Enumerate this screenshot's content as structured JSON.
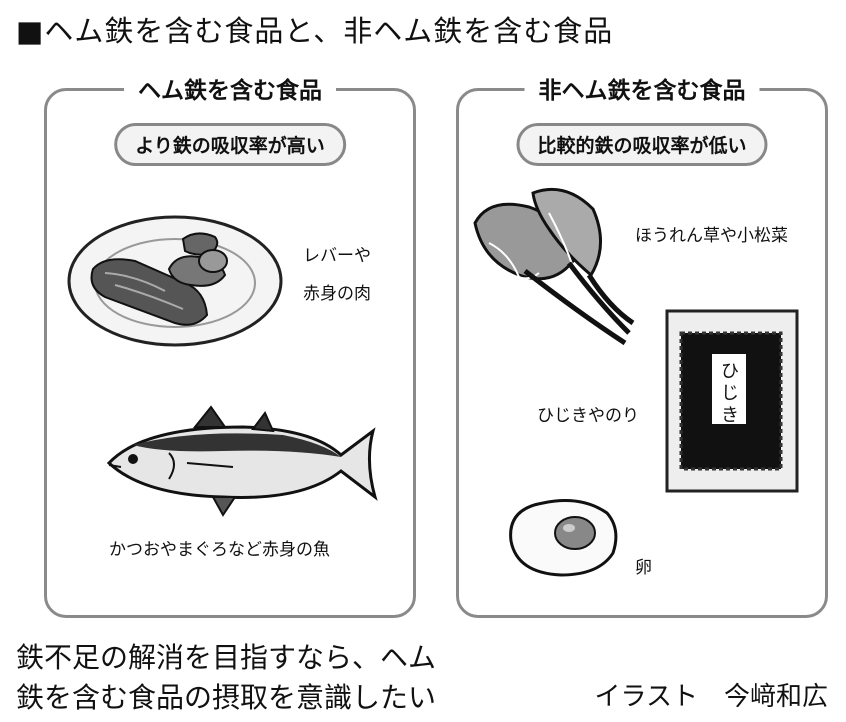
{
  "title": "■ヘム鉄を含む食品と、非ヘム鉄を含む食品",
  "left_panel": {
    "heading": "ヘム鉄を含む食品",
    "note": "より鉄の吸収率が高い",
    "item1_line1": "レバーや",
    "item1_line2": "赤身の肉",
    "item2": "かつおやまぐろなど赤身の魚"
  },
  "right_panel": {
    "heading": "非ヘム鉄を含む食品",
    "note": "比較的鉄の吸収率が低い",
    "item1": "ほうれん草や小松菜",
    "item2": "ひじきやのり",
    "package_text": "ひじき",
    "item3": "卵"
  },
  "footer": {
    "line1": "鉄不足の解消を目指すなら、ヘム",
    "line2": "鉄を含む食品の摂取を意識したい"
  },
  "credit": "イラスト　今﨑和広"
}
